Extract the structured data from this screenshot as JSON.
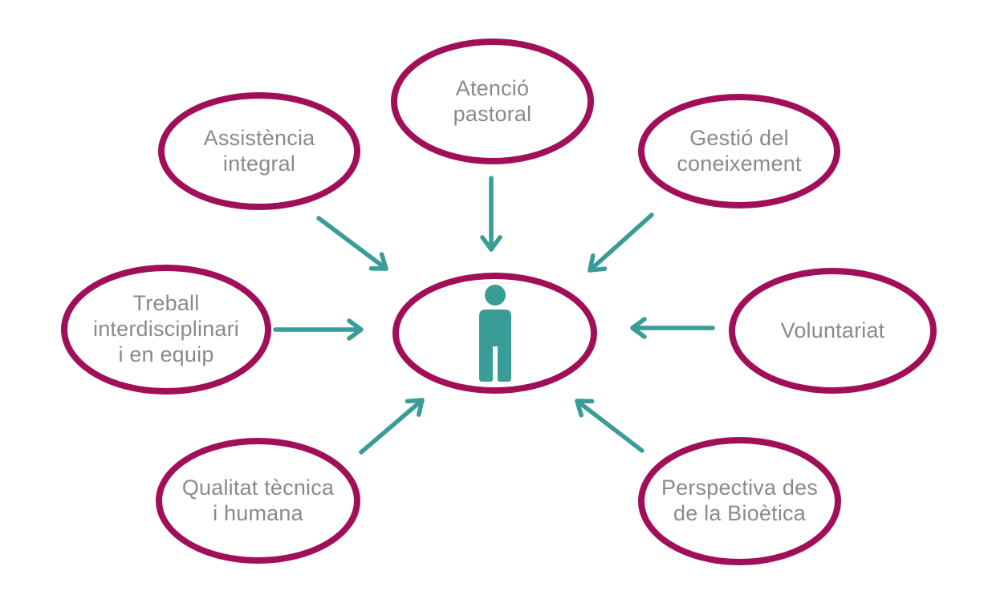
{
  "diagram": {
    "title": "",
    "center_node": {
      "id": "persona",
      "icon": "person-icon"
    },
    "nodes": [
      {
        "id": "atencio-pastoral",
        "label": "Atenció\npastoral",
        "position": "top"
      },
      {
        "id": "assistencia-integral",
        "label": "Assistència\nintegral",
        "position": "top-left"
      },
      {
        "id": "gestio-del-coneixement",
        "label": "Gestió del\nconeixement",
        "position": "top-right"
      },
      {
        "id": "treball-interdisciplinari",
        "label": "Treball\ninterdisciplinari\ni en equip",
        "position": "left"
      },
      {
        "id": "voluntariat",
        "label": "Voluntariat",
        "position": "right"
      },
      {
        "id": "qualitat-tecnica",
        "label": "Qualitat tècnica\ni humana",
        "position": "bottom-left"
      },
      {
        "id": "perspectiva-bioetica",
        "label": "Perspectiva des\nde la Bioètica",
        "position": "bottom-right"
      }
    ],
    "connections": [
      {
        "from": "atencio-pastoral",
        "to": "persona"
      },
      {
        "from": "assistencia-integral",
        "to": "persona"
      },
      {
        "from": "gestio-del-coneixement",
        "to": "persona"
      },
      {
        "from": "treball-interdisciplinari",
        "to": "persona"
      },
      {
        "from": "voluntariat",
        "to": "persona"
      },
      {
        "from": "qualitat-tecnica",
        "to": "persona"
      },
      {
        "from": "perspectiva-bioetica",
        "to": "persona"
      }
    ]
  },
  "colors": {
    "node_border": "#A10F59",
    "arrow": "#3A9C96",
    "label_text": "#8A8A8A",
    "person_icon": "#3A9C96",
    "background": "#FFFFFF"
  }
}
